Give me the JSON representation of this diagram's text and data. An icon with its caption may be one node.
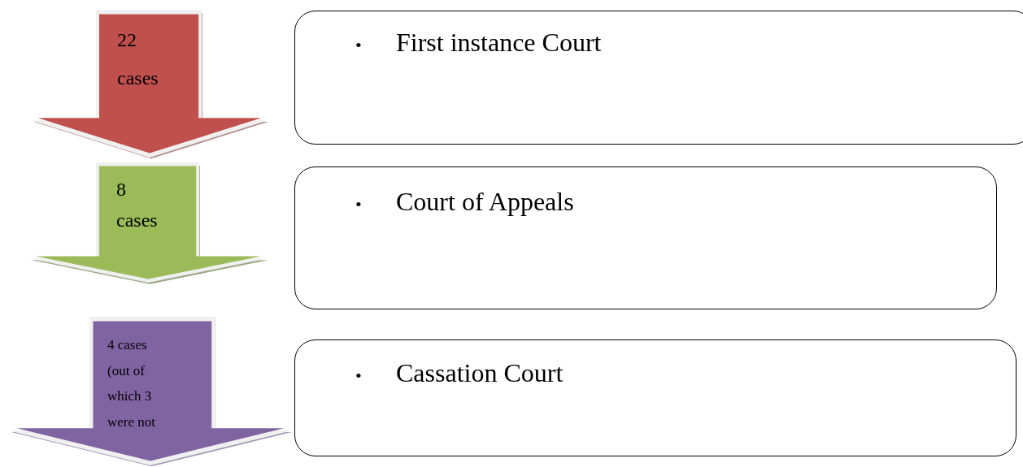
{
  "diagram": {
    "nodes": [
      {
        "text": [
          "22 cases"
        ]
      },
      {
        "text": [
          "•",
          "First instance Court"
        ]
      },
      {
        "text": [
          "8 cases"
        ]
      },
      {
        "text": [
          "•",
          "Court of Appeals"
        ]
      },
      {
        "text": [
          "4 cases (out of which 3 were not"
        ]
      },
      {
        "text": [
          "•",
          "Cassation Court"
        ]
      }
    ]
  }
}
